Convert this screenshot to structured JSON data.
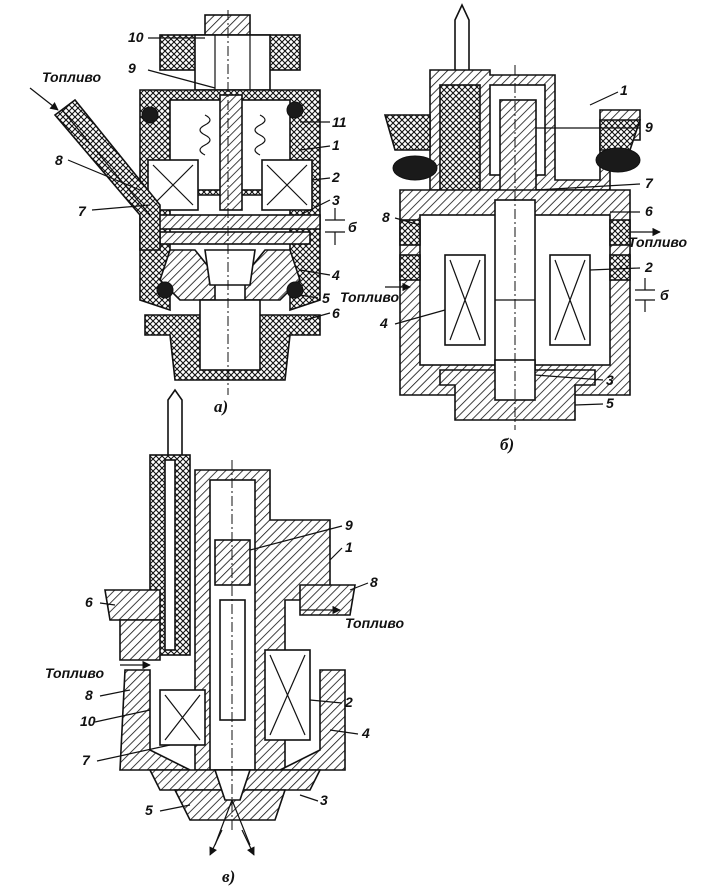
{
  "views": [
    {
      "id": "a",
      "caption": "а)",
      "inflow": "Топливо",
      "labels": [
        "10",
        "9",
        "8",
        "7",
        "11",
        "1",
        "2",
        "3",
        "б",
        "4",
        "5",
        "6"
      ]
    },
    {
      "id": "b",
      "caption": "б)",
      "inflow": "Топливо",
      "outflow": "Топливо",
      "labels": [
        "1",
        "9",
        "7",
        "8",
        "6",
        "2",
        "б",
        "4",
        "3",
        "5"
      ]
    },
    {
      "id": "c",
      "caption": "в)",
      "inflow": "Топливо",
      "outflow": "Топливо",
      "labels": [
        "9",
        "1",
        "8",
        "6",
        "8",
        "10",
        "7",
        "2",
        "4",
        "5",
        "3"
      ]
    }
  ]
}
